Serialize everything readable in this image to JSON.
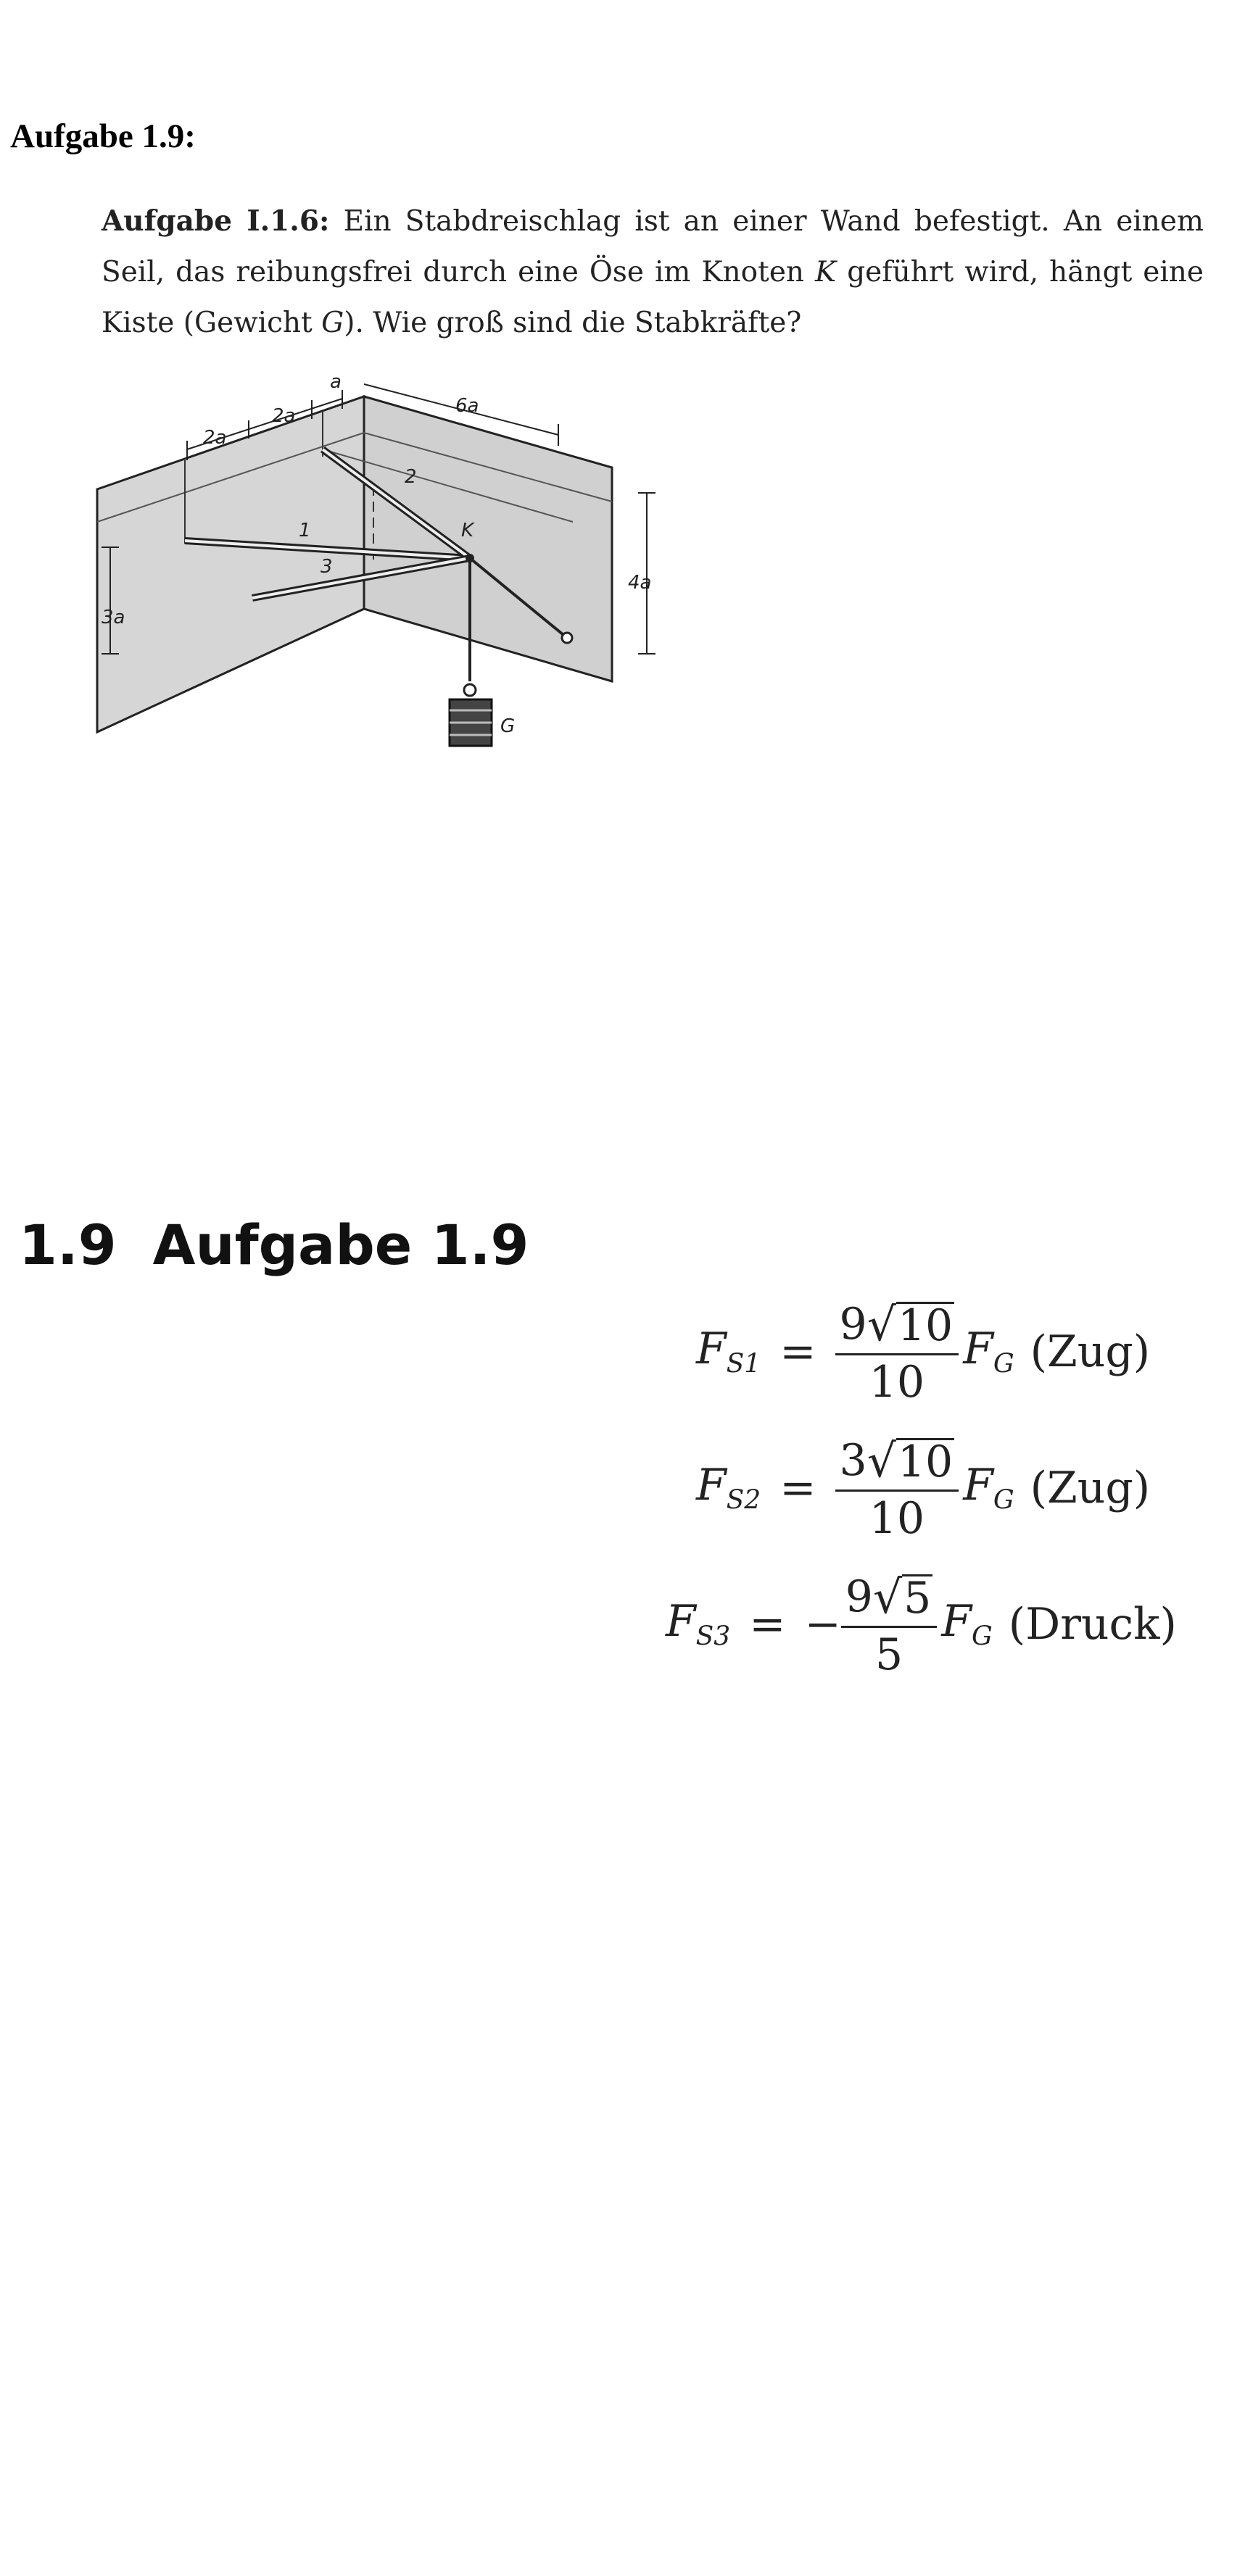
{
  "page_title": "Aufgabe 1.9:",
  "problem": {
    "label": "Aufgabe I.1.6:",
    "text_1": " Ein Stabdreischlag ist an einer Wand befestigt. An einem Seil, das reibungsfrei durch eine Öse im Knoten ",
    "knot": "K",
    "text_2": " geführt wird, hängt eine Kiste (Gewicht ",
    "weight": "G",
    "text_3": "). Wie groß sind die Stabkräfte?"
  },
  "figure": {
    "dim_2a_left": "2a",
    "dim_2a_mid": "2a",
    "dim_a": "a",
    "dim_6a": "6a",
    "dim_4a": "4a",
    "dim_3a": "3a",
    "rod_1": "1",
    "rod_2": "2",
    "rod_3": "3",
    "node_k": "K",
    "weight_g": "G"
  },
  "section": {
    "number": "1.9",
    "title": "Aufgabe 1.9"
  },
  "answers": [
    {
      "lhs": "F",
      "lhs_sub": "S1",
      "sign": "",
      "coef": "9",
      "radicand": "10",
      "denom": "10",
      "fg": "F",
      "fg_sub": "G",
      "note": "(Zug)"
    },
    {
      "lhs": "F",
      "lhs_sub": "S2",
      "sign": "",
      "coef": "3",
      "radicand": "10",
      "denom": "10",
      "fg": "F",
      "fg_sub": "G",
      "note": "(Zug)"
    },
    {
      "lhs": "F",
      "lhs_sub": "S3",
      "sign": "−",
      "coef": "9",
      "radicand": "5",
      "denom": "5",
      "fg": "F",
      "fg_sub": "G",
      "note": "(Druck)"
    }
  ]
}
